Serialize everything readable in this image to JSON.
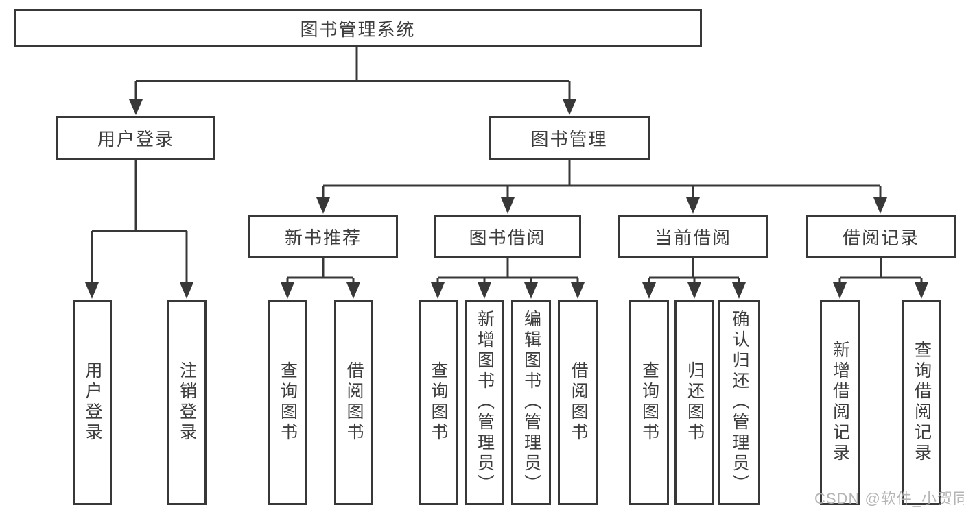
{
  "page": {
    "background": "#ffffff"
  },
  "watermark": {
    "text": "CSDN @软件_小贺同学",
    "color": "#aeaeae"
  },
  "diagram": {
    "type": "hierarchy-tree",
    "line_color": "#383838",
    "box_border_color": "#383838",
    "text_color": "#3d3d3d",
    "root": {
      "id": "library-system",
      "label": "图书管理系统"
    },
    "level2": [
      {
        "id": "user-login",
        "label": "用户登录",
        "parent": "library-system"
      },
      {
        "id": "book-management",
        "label": "图书管理",
        "parent": "library-system"
      }
    ],
    "level3": [
      {
        "id": "new-book-recommend",
        "label": "新书推荐",
        "parent": "book-management"
      },
      {
        "id": "book-borrow",
        "label": "图书借阅",
        "parent": "book-management"
      },
      {
        "id": "current-borrow",
        "label": "当前借阅",
        "parent": "book-management"
      },
      {
        "id": "borrow-records",
        "label": "借阅记录",
        "parent": "book-management"
      }
    ],
    "leaves": [
      {
        "id": "leaf-user-login",
        "label": "用户登录",
        "parent": "user-login"
      },
      {
        "id": "leaf-logout",
        "label": "注销登录",
        "parent": "user-login"
      },
      {
        "id": "leaf-query-books-recommend",
        "label": "查询图书",
        "parent": "new-book-recommend"
      },
      {
        "id": "leaf-borrow-books-recommend",
        "label": "借阅图书",
        "parent": "new-book-recommend"
      },
      {
        "id": "leaf-query-books-borrow",
        "label": "查询图书",
        "parent": "book-borrow"
      },
      {
        "id": "leaf-add-books-admin",
        "label": "新增图书（管理员）",
        "parent": "book-borrow"
      },
      {
        "id": "leaf-edit-books-admin",
        "label": "编辑图书（管理员）",
        "parent": "book-borrow"
      },
      {
        "id": "leaf-borrow-books",
        "label": "借阅图书",
        "parent": "book-borrow"
      },
      {
        "id": "leaf-query-books-current",
        "label": "查询图书",
        "parent": "current-borrow"
      },
      {
        "id": "leaf-return-books",
        "label": "归还图书",
        "parent": "current-borrow"
      },
      {
        "id": "leaf-confirm-return-admin",
        "label": "确认归还（管理员）",
        "parent": "current-borrow"
      },
      {
        "id": "leaf-add-borrow-record",
        "label": "新增借阅记录",
        "parent": "borrow-records"
      },
      {
        "id": "leaf-query-borrow-record",
        "label": "查询借阅记录",
        "parent": "borrow-records"
      }
    ]
  }
}
